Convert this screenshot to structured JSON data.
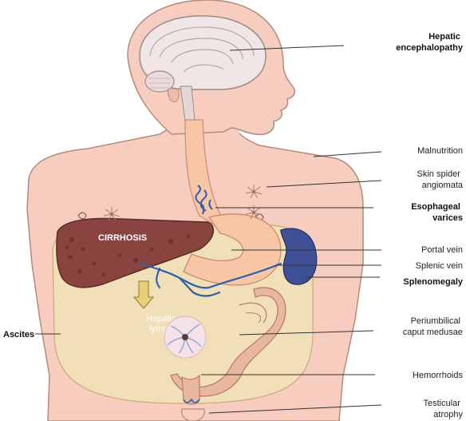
{
  "labels": {
    "hepatic_encephalopathy": [
      "Hepatic",
      "encephalopathy"
    ],
    "malnutrition": [
      "Malnutrition"
    ],
    "skin_spider_angiomata": [
      "Skin spider",
      "angiomata"
    ],
    "esophageal_varices": [
      "Esophageal",
      "varices"
    ],
    "portal_vein": [
      "Portal vein"
    ],
    "splenic_vein": [
      "Splenic vein"
    ],
    "splenomegaly": [
      "Splenomegaly"
    ],
    "periumbilical_caput_medusae": [
      "Periumbilical",
      "caput medusae"
    ],
    "ascites": [
      "Ascites"
    ],
    "hemorrhoids": [
      "Hemorrhoids"
    ],
    "testicular_atrophy": [
      "Testicular",
      "atrophy"
    ]
  },
  "organ_labels": {
    "cirrhosis": "CIRRHOSIS",
    "hepatic_lymph": [
      "Hepatic",
      "lymph"
    ]
  },
  "colors": {
    "skin": "#f6cdbf",
    "skin_outline": "#b58a7c",
    "liver": "#8a4440",
    "abdomen_fluid": "#f1dfb8",
    "spleen": "#3f4f95",
    "stomach": "#f7c6a6",
    "veins": "#2f5fa8",
    "intestine": "#e9b7a0",
    "brain": "#f0e6e6"
  }
}
